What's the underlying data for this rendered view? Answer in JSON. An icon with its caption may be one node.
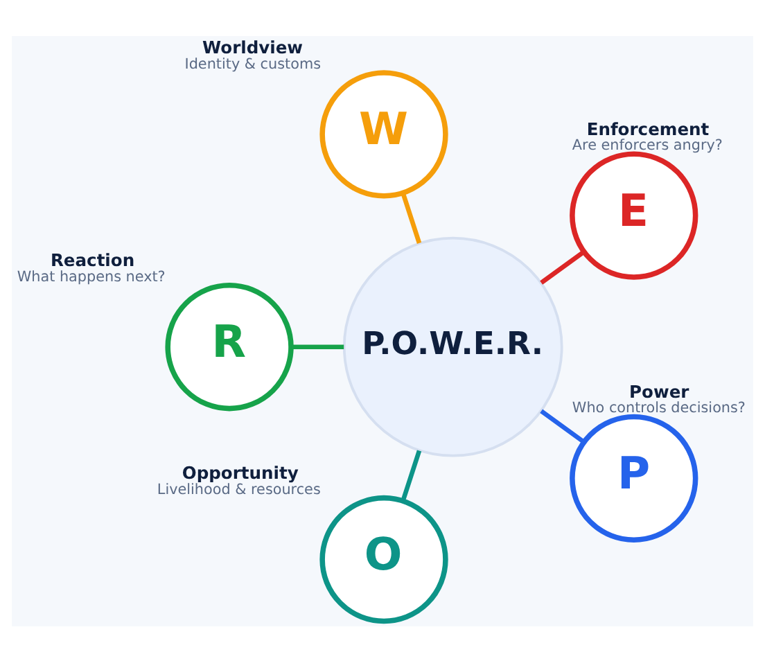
{
  "diagram": {
    "nodes": [
      {
        "text": [
          "P.O.W.E.R."
        ]
      },
      {
        "text": [
          "E"
        ],
        "beside": [
          "Enforcement",
          "Are enforcers angry?"
        ]
      },
      {
        "text": [
          "W"
        ],
        "beside": [
          "Worldview",
          "Identity & customs"
        ]
      },
      {
        "text": [
          "R"
        ],
        "beside": [
          "Reaction",
          "What happens next?"
        ]
      },
      {
        "text": [
          "O"
        ],
        "beside": [
          "Opportunity",
          "Livelihood & resources"
        ]
      },
      {
        "text": [
          "P"
        ],
        "beside": [
          "Power",
          "Who controls decisions?"
        ]
      }
    ],
    "edges": [
      {
        "from": 0,
        "to": 1,
        "arrow": "none",
        "color": "#dc2626"
      },
      {
        "from": 0,
        "to": 2,
        "arrow": "none",
        "color": "#f59e0b"
      },
      {
        "from": 0,
        "to": 4,
        "arrow": "none",
        "color": "#0d9488"
      },
      {
        "from": 0,
        "to": 5,
        "arrow": "none",
        "color": "#2563eb"
      },
      {
        "from": 0,
        "to": 3,
        "arrow": "none",
        "color": "#16a34a"
      }
    ]
  }
}
